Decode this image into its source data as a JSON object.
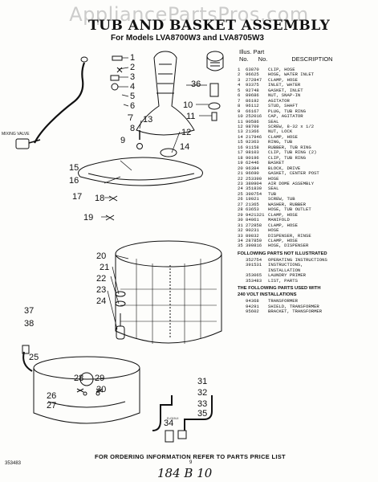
{
  "watermark": "AppliancePartsPros.com",
  "header": {
    "title": "TUB AND BASKET ASSEMBLY",
    "subtitle": "For Models LVA8700W3 and LVA8705W3"
  },
  "table_header": {
    "line1": "Illus. Part",
    "col_illus": "No.",
    "col_part": "No.",
    "col_desc": "DESCRIPTION"
  },
  "parts": [
    {
      "illus": "1",
      "part": "63870",
      "desc": "CLIP, HOSE"
    },
    {
      "illus": "2",
      "part": "96625",
      "desc": "HOSE, WATER INLET"
    },
    {
      "illus": "3",
      "part": "272847",
      "desc": "CLAMP, HOSE"
    },
    {
      "illus": "4",
      "part": "93375",
      "desc": "INLET, WATER"
    },
    {
      "illus": "5",
      "part": "92748",
      "desc": "GASKET, INLET"
    },
    {
      "illus": "6",
      "part": "89686",
      "desc": "NUT, SNAP-IN"
    },
    {
      "illus": "7",
      "part": "86192",
      "desc": "AGITATOR"
    },
    {
      "illus": "8",
      "part": "96112",
      "desc": "STUD, SHAFT"
    },
    {
      "illus": "9",
      "part": "66167",
      "desc": "PLUG, TUB RING"
    },
    {
      "illus": "10",
      "part": "252016",
      "desc": "CAP, AGITATOR"
    },
    {
      "illus": "11",
      "part": "90586",
      "desc": "SEAL"
    },
    {
      "illus": "12",
      "part": "98709",
      "desc": "SCREW, 8-32 x 1/2"
    },
    {
      "illus": "13",
      "part": "21366",
      "desc": "NUT, LOCK"
    },
    {
      "illus": "14",
      "part": "217946",
      "desc": "CLAMP, HOSE"
    },
    {
      "illus": "15",
      "part": "92363",
      "desc": "RING, TUB"
    },
    {
      "illus": "16",
      "part": "91158",
      "desc": "RUBBER, TUB RING"
    },
    {
      "illus": "17",
      "part": "98103",
      "desc": "CLIP, TUB RING (2)"
    },
    {
      "illus": "18",
      "part": "90196",
      "desc": "CLIP, TUB RING"
    },
    {
      "illus": "19",
      "part": "62446",
      "desc": "BASKET"
    },
    {
      "illus": "20",
      "part": "96384",
      "desc": "BLOCK, DRIVE"
    },
    {
      "illus": "21",
      "part": "96690",
      "desc": "GASKET, CENTER POST"
    },
    {
      "illus": "22",
      "part": "253390",
      "desc": "HOSE"
    },
    {
      "illus": "23",
      "part": "380904",
      "desc": "AIR DOME ASSEMBLY"
    },
    {
      "illus": "24",
      "part": "351830",
      "desc": "SEAL"
    },
    {
      "illus": "25",
      "part": "390754",
      "desc": "TUB"
    },
    {
      "illus": "26",
      "part": "19021",
      "desc": "SCREW, TUB"
    },
    {
      "illus": "27",
      "part": "21365",
      "desc": "WASHER, RUBBER"
    },
    {
      "illus": "28",
      "part": "63653",
      "desc": "HOSE, TUB OUTLET"
    },
    {
      "illus": "29",
      "part": "9421321",
      "desc": "CLAMP, HOSE"
    },
    {
      "illus": "30",
      "part": "84061",
      "desc": "MANIFOLD"
    },
    {
      "illus": "31",
      "part": "272858",
      "desc": "CLAMP, HOSE"
    },
    {
      "illus": "32",
      "part": "90231",
      "desc": "HOSE"
    },
    {
      "illus": "33",
      "part": "89832",
      "desc": "DISPENSER, RINSE"
    },
    {
      "illus": "34",
      "part": "287859",
      "desc": "CLAMP, HOSE"
    },
    {
      "illus": "35",
      "part": "390816",
      "desc": "HOSE, DISPENSER"
    }
  ],
  "section_not_illustrated": {
    "heading": "FOLLOWING PARTS NOT ILLUSTRATED",
    "items": [
      {
        "part": "352754",
        "desc": "OPERATING INSTRUCTIONS"
      },
      {
        "part": "391531",
        "desc": "INSTRUCTIONS,"
      },
      {
        "part": "",
        "desc": "INSTALLATION"
      },
      {
        "part": "353065",
        "desc": "LAUNDRY PRIMER"
      },
      {
        "part": "353483",
        "desc": "LIST, PARTS"
      }
    ]
  },
  "section_240v": {
    "heading1": "THE FOLLOWING PARTS USED WITH",
    "heading2": "240 VOLT INSTALLATIONS",
    "items": [
      {
        "part": "94368",
        "desc": "TRANSFORMER"
      },
      {
        "part": "94291",
        "desc": "SHIELD, TRANSFORMER"
      },
      {
        "part": "95602",
        "desc": "BRACKET, TRANSFORMER"
      }
    ]
  },
  "diagram": {
    "mixing_valve_label": "MIXING VALVE",
    "drawing_code": "D-019-II",
    "callouts": [
      "1",
      "2",
      "3",
      "4",
      "5",
      "6",
      "7",
      "8",
      "9",
      "10",
      "11",
      "12",
      "13",
      "14",
      "15",
      "16",
      "17",
      "18",
      "19",
      "20",
      "21",
      "22",
      "23",
      "24",
      "25",
      "26",
      "27",
      "28",
      "29",
      "30",
      "31",
      "32",
      "33",
      "34",
      "35",
      "36",
      "37",
      "38"
    ]
  },
  "footer": {
    "note": "FOR ORDERING INFORMATION REFER TO PARTS PRICE LIST",
    "code": "353483",
    "page": "9",
    "handwritten": "184 B 10"
  }
}
